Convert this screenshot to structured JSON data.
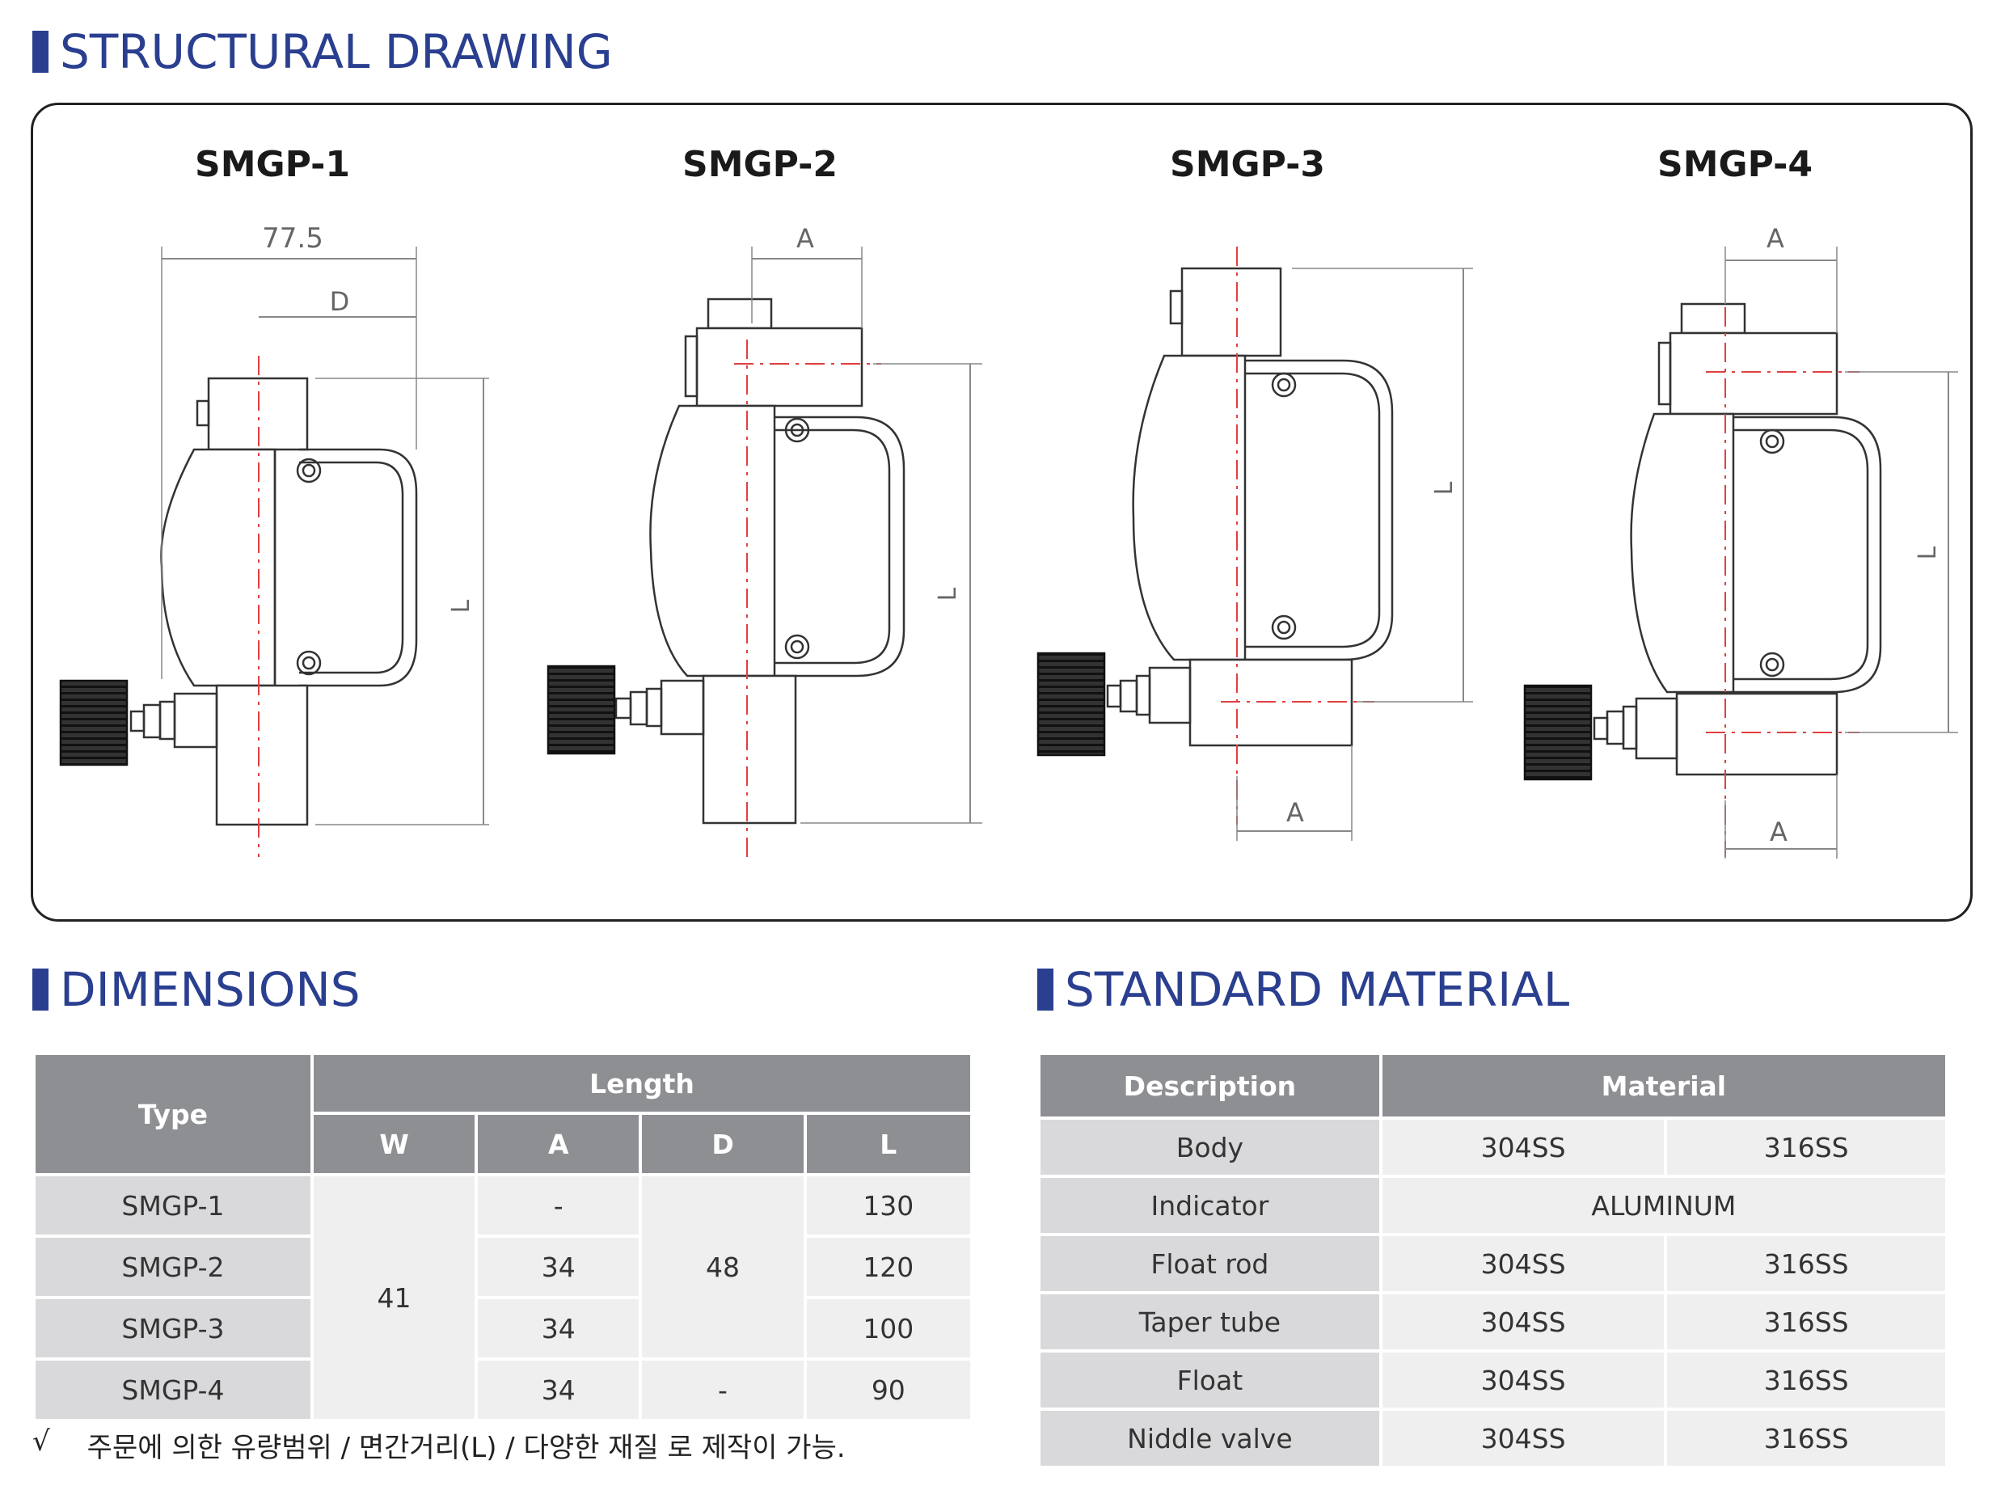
{
  "sections": {
    "structural_drawing": "STRUCTURAL DRAWING",
    "dimensions": "DIMENSIONS",
    "standard_material": "STANDARD MATERIAL"
  },
  "drawings": {
    "models": [
      "SMGP-1",
      "SMGP-2",
      "SMGP-3",
      "SMGP-4"
    ],
    "labels": {
      "width_value": "77.5",
      "d": "D",
      "a": "A",
      "l": "L"
    }
  },
  "dimensions_table": {
    "header_type": "Type",
    "header_length": "Length",
    "sub_headers": [
      "W",
      "A",
      "D",
      "L"
    ],
    "rows": [
      {
        "type": "SMGP-1",
        "a": "-",
        "l": "130"
      },
      {
        "type": "SMGP-2",
        "a": "34",
        "l": "120"
      },
      {
        "type": "SMGP-3",
        "a": "34",
        "l": "100"
      },
      {
        "type": "SMGP-4",
        "a": "34",
        "l": "90"
      }
    ],
    "w_merged": "41",
    "d_merged": "48",
    "d_last": "-"
  },
  "material_table": {
    "header_description": "Description",
    "header_material": "Material",
    "rows": [
      {
        "description": "Body",
        "m1": "304SS",
        "m2": "316SS"
      },
      {
        "description": "Indicator",
        "merged": "ALUMINUM"
      },
      {
        "description": "Float rod",
        "m1": "304SS",
        "m2": "316SS"
      },
      {
        "description": "Taper tube",
        "m1": "304SS",
        "m2": "316SS"
      },
      {
        "description": "Float",
        "m1": "304SS",
        "m2": "316SS"
      },
      {
        "description": "Niddle valve",
        "m1": "304SS",
        "m2": "316SS"
      }
    ]
  },
  "note": {
    "mark": "√",
    "text": "주문에 의한 유량범위 / 면간거리(L) / 다양한 재질 로 제작이 가능."
  }
}
